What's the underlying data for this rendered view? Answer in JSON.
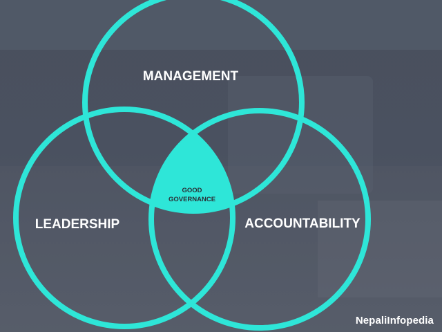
{
  "diagram": {
    "type": "venn",
    "sets": [
      {
        "id": "management",
        "label": "MANAGEMENT"
      },
      {
        "id": "leadership",
        "label": "LEADERSHIP"
      },
      {
        "id": "accountability",
        "label": "ACCOUNTABILITY"
      }
    ],
    "intersection": {
      "line1": "GOOD",
      "line2": "GOVERNANCE"
    }
  },
  "brand": "NepaliInfopedia",
  "colors": {
    "ring": "#2ee6d8",
    "background": "#4b5260",
    "text": "#ffffff",
    "center_text": "#2b2f36"
  }
}
